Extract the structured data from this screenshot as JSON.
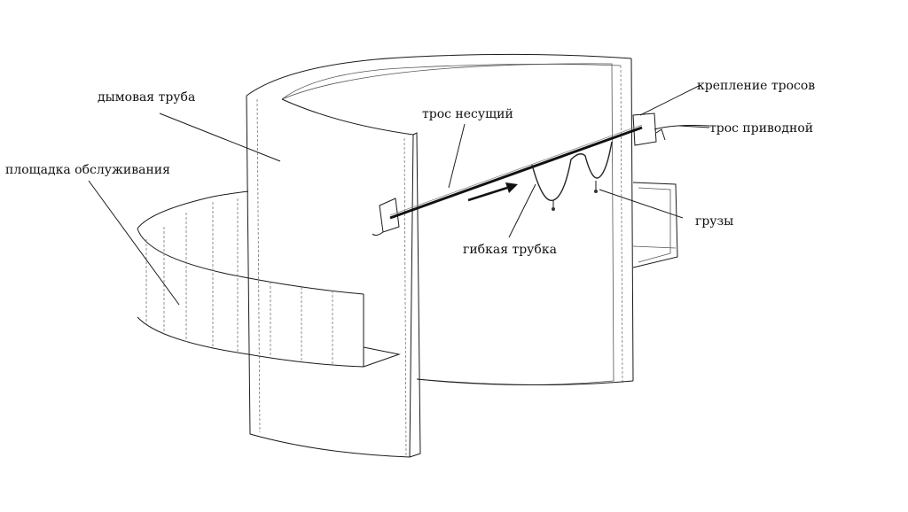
{
  "labels": {
    "chimney": "дымовая труба",
    "platform": "площадка обслуживания",
    "carrier_cable": "трос несущий",
    "cable_mount": "крепление тросов",
    "drive_cable": "трос приводной",
    "weights": "грузы",
    "flexible_tube": "гибкая трубка"
  }
}
